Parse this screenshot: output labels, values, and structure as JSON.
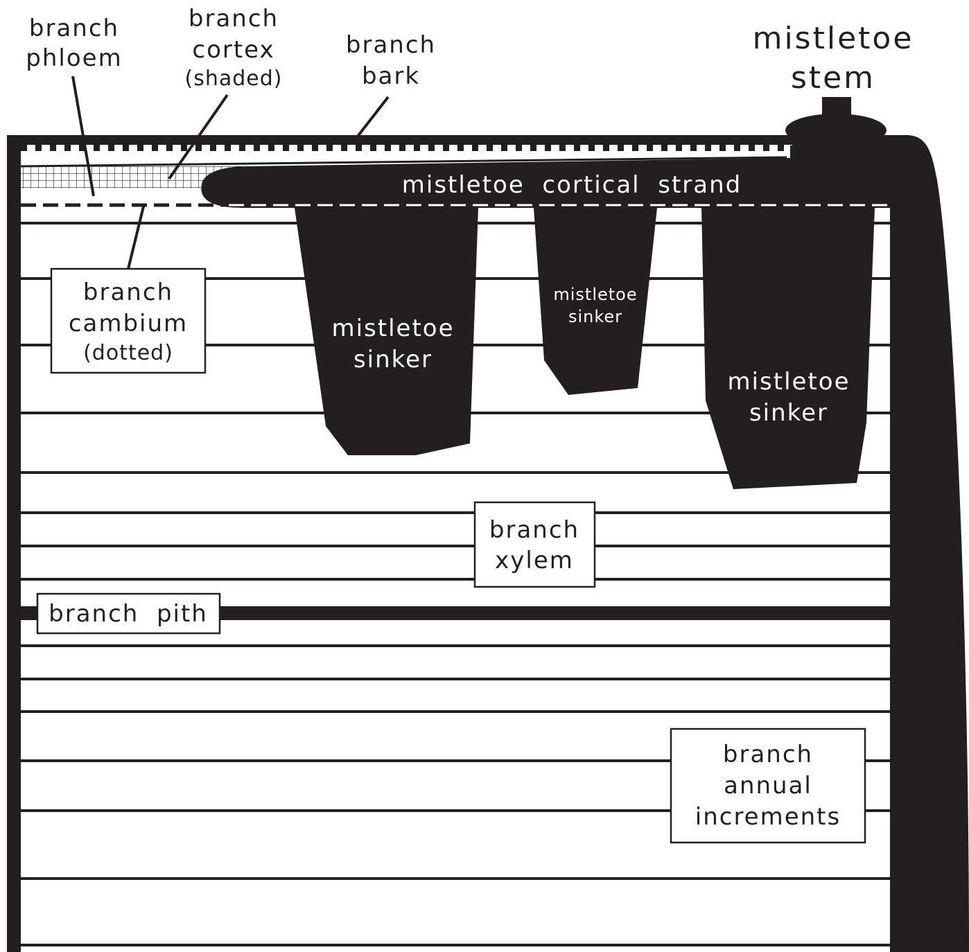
{
  "colors": {
    "ink": "#231f20",
    "paper": "#ffffff"
  },
  "labels": {
    "phloem": {
      "line1": "branch",
      "line2": "phloem"
    },
    "cortex": {
      "line1": "branch",
      "line2": "cortex",
      "line3": "(shaded)"
    },
    "bark": {
      "line1": "branch",
      "line2": "bark"
    },
    "mistletoe_stem": {
      "line1": "mistletoe",
      "line2": "stem"
    },
    "cortical_strand": "mistletoe  cortical  strand",
    "cambium": {
      "line1": "branch",
      "line2": "cambium",
      "line3": "(dotted)"
    },
    "sinker_left": {
      "line1": "mistletoe",
      "line2": "sinker"
    },
    "sinker_middle": {
      "line1": "mistletoe",
      "line2": "sinker"
    },
    "sinker_right": {
      "line1": "mistletoe",
      "line2": "sinker"
    },
    "xylem": {
      "line1": "branch",
      "line2": "xylem"
    },
    "pith": "branch  pith",
    "annual_increments": {
      "line1": "branch",
      "line2": "annual",
      "line3": "increments"
    }
  }
}
